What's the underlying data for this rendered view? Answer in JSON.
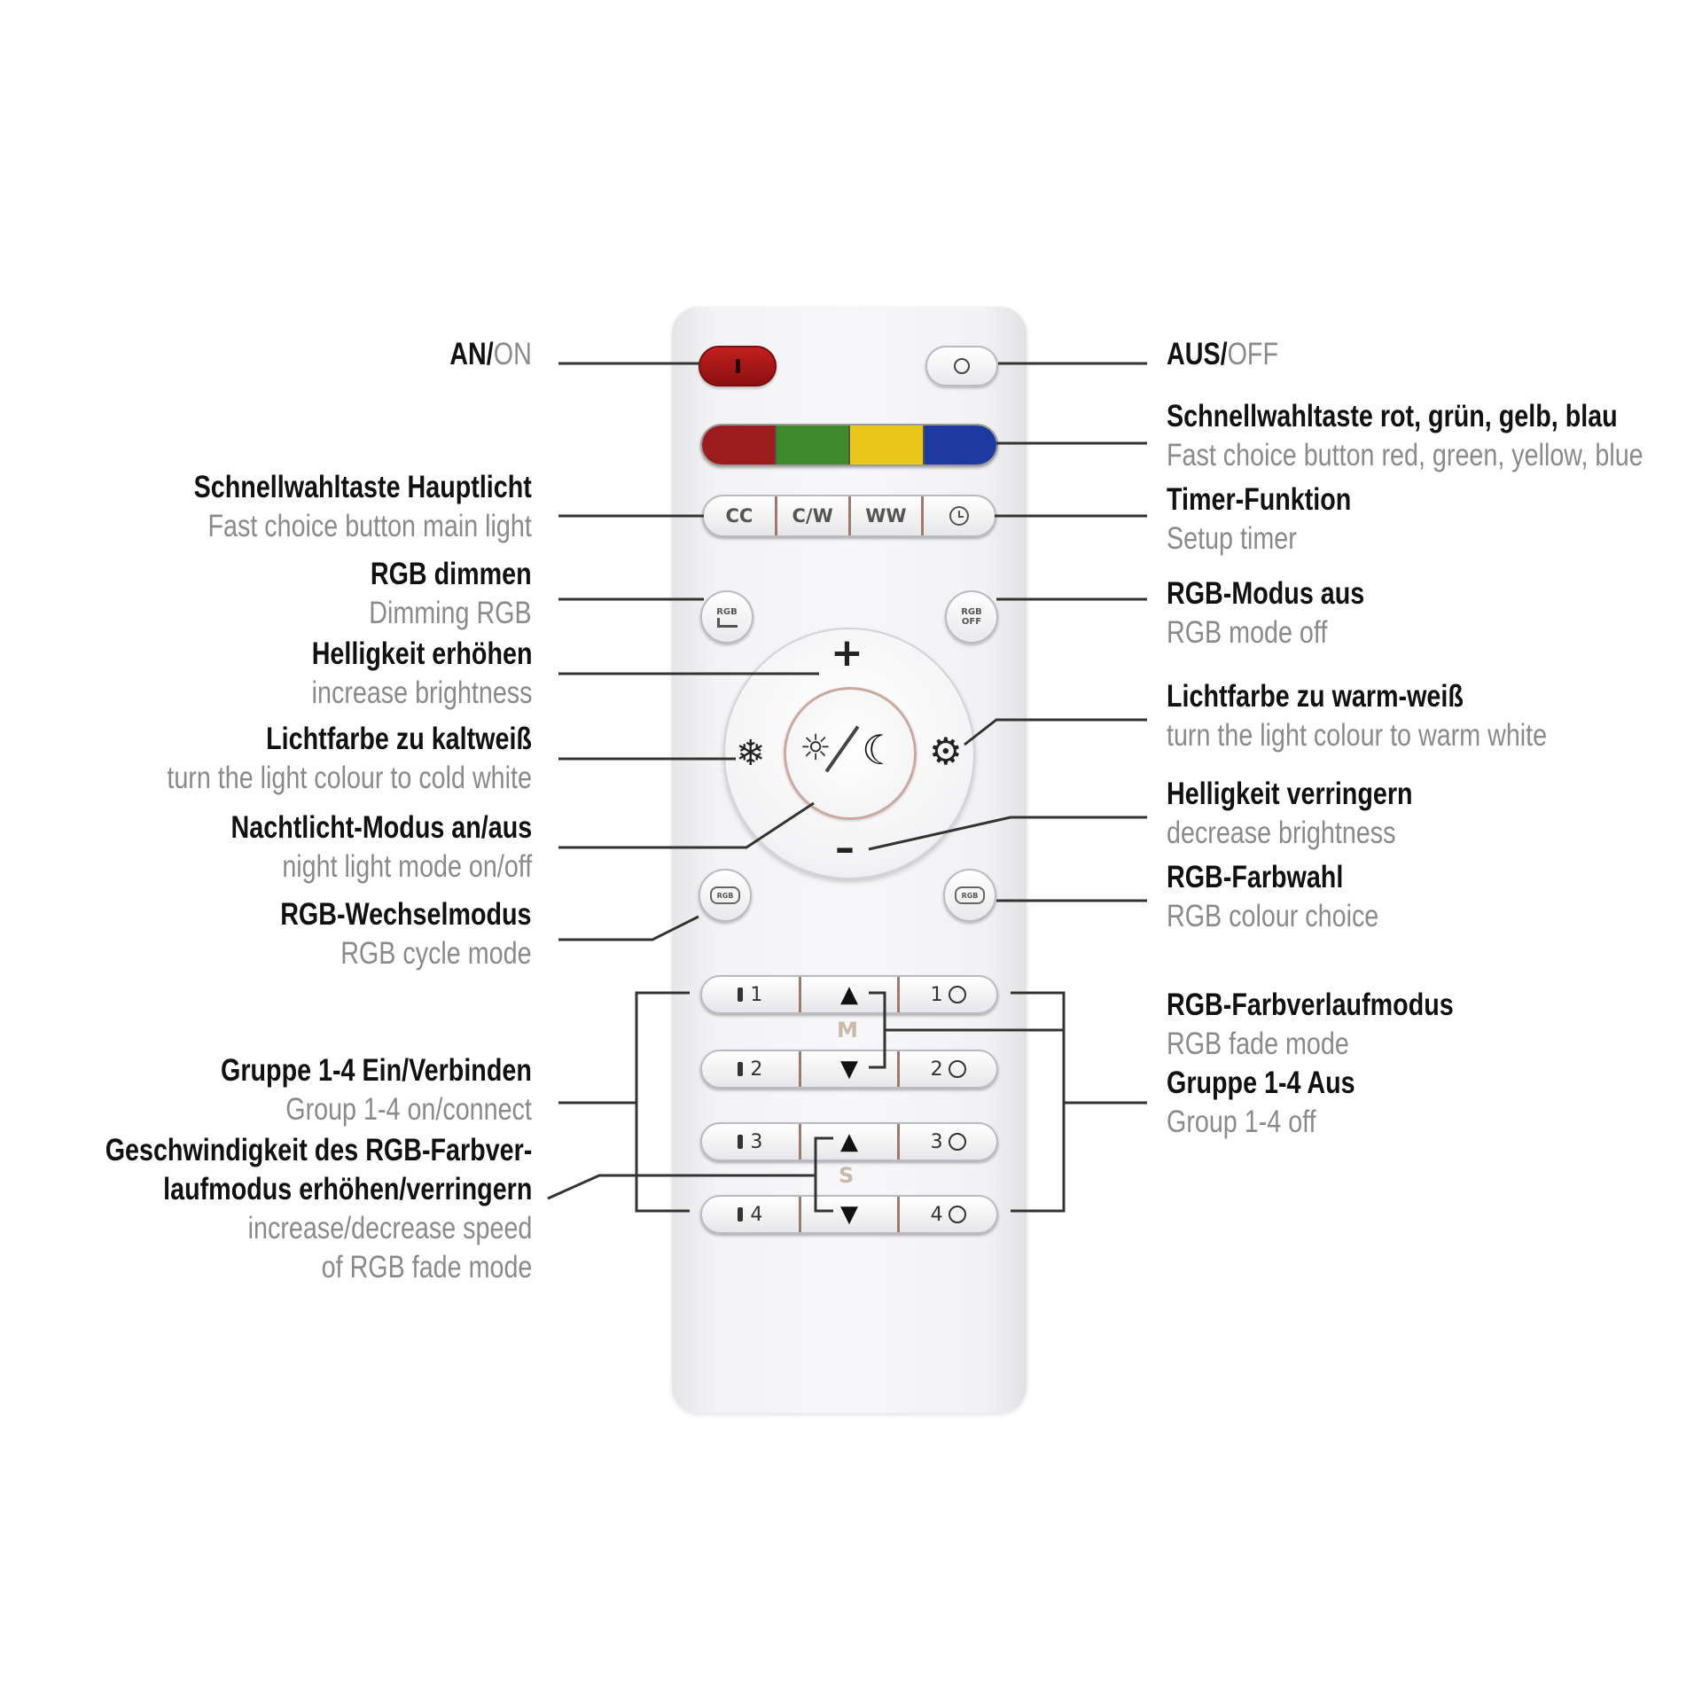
{
  "labels": {
    "on": {
      "de": "AN",
      "en": "ON"
    },
    "off": {
      "de": "AUS",
      "en": "OFF"
    },
    "fast_color": {
      "de": "Schnellwahltaste rot, grün, gelb, blau",
      "en": "Fast choice button red, green, yellow, blue"
    },
    "fast_main": {
      "de": "Schnellwahltaste Hauptlicht",
      "en": "Fast choice button main light"
    },
    "timer": {
      "de": "Timer-Funktion",
      "en": "Setup timer"
    },
    "rgb_dim": {
      "de": "RGB dimmen",
      "en": "Dimming RGB"
    },
    "rgb_off": {
      "de": "RGB-Modus aus",
      "en": "RGB mode off"
    },
    "bright_up": {
      "de": "Helligkeit erhöhen",
      "en": "increase brightness"
    },
    "warm": {
      "de": "Lichtfarbe zu warm-weiß",
      "en": "turn the light colour to warm white"
    },
    "cold": {
      "de": "Lichtfarbe zu kaltweiß",
      "en": "turn the light colour to cold white"
    },
    "bright_down": {
      "de": "Helligkeit verringern",
      "en": "decrease brightness"
    },
    "night": {
      "de": "Nachtlicht-Modus an/aus",
      "en": "night light mode on/off"
    },
    "rgb_choice": {
      "de": "RGB-Farbwahl",
      "en": "RGB colour choice"
    },
    "rgb_cycle": {
      "de": "RGB-Wechselmodus",
      "en": "RGB cycle mode"
    },
    "rgb_fade": {
      "de": "RGB-Farbverlaufmodus",
      "en": "RGB fade mode"
    },
    "group_on": {
      "de": "Gruppe 1-4 Ein/Verbinden",
      "en": "Group 1-4 on/connect"
    },
    "group_off": {
      "de": "Gruppe 1-4 Aus",
      "en": "Group 1-4 off"
    },
    "speed": {
      "de_1": "Geschwindigkeit des RGB-Farbver-",
      "de_2": "laufmodus erhöhen/verringern",
      "en_1": "increase/decrease speed",
      "en_2": "of RGB fade mode"
    }
  },
  "remote": {
    "buttons": {
      "cc": "CC",
      "cw": "C/W",
      "ww": "WW",
      "rgb_dim_top": "RGB",
      "rgb_off_top": "RGB",
      "rgb_off_bottom": "OFF",
      "rgb_cycle": "RGB",
      "rgb_choice": "RGB",
      "plus": "+",
      "minus": "–",
      "m": "M",
      "s": "S"
    },
    "groups": [
      "1",
      "2",
      "3",
      "4"
    ],
    "quick_colors": [
      "#9a1c1c",
      "#3f8a2d",
      "#e9c71c",
      "#1d3aa0"
    ],
    "power_on_color": "#a01414"
  }
}
